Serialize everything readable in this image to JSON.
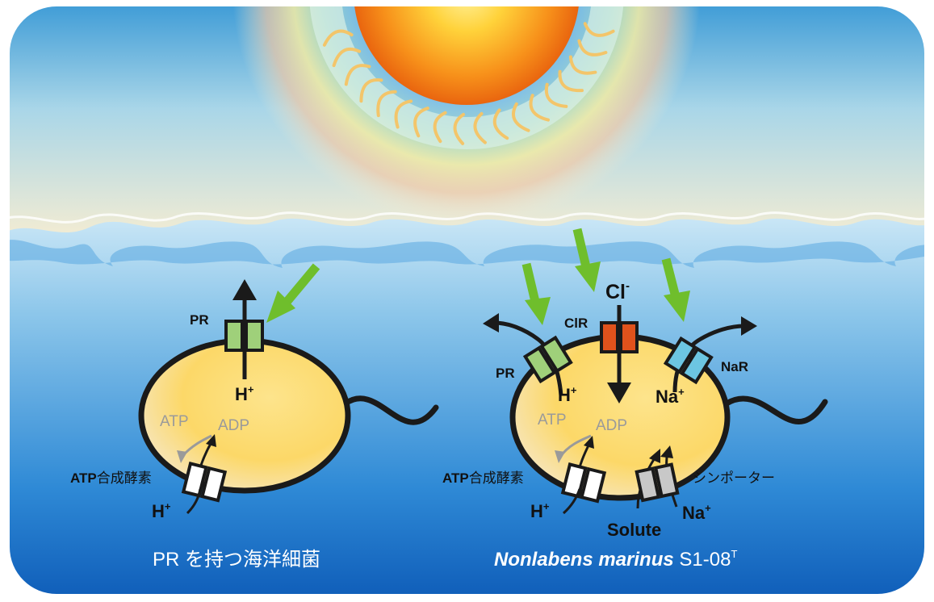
{
  "left_cell": {
    "channel": "PR",
    "ion": "H",
    "ion_charge": "+",
    "atp": "ATP",
    "adp": "ADP",
    "synthase_prefix": "ATP",
    "synthase_suffix": "合成酵素",
    "synthase_ion": "H",
    "synthase_ion_charge": "+",
    "caption": "PR を持つ海洋細菌"
  },
  "right_cell": {
    "pr_label": "PR",
    "clr_label": "ClR",
    "nar_label": "NaR",
    "cl_ion": "Cl",
    "cl_charge": "-",
    "h_ion": "H",
    "h_charge": "+",
    "na_ion": "Na",
    "na_charge": "+",
    "atp": "ATP",
    "adp": "ADP",
    "synthase_prefix": "ATP",
    "synthase_suffix": "合成酵素",
    "symporter": "シンポーター",
    "synthase_ion": "H",
    "synthase_ion_charge": "+",
    "symporter_ion": "Na",
    "symporter_ion_charge": "+",
    "solute": "Solute",
    "caption_species": "Nonlabens marinus",
    "caption_strain": "S1-08",
    "caption_sup": "T"
  },
  "colors": {
    "arrow_green": "#6fbe2c",
    "pr_green": "#9fd07a",
    "clr_orange": "#e0521c",
    "nar_blue": "#6cc6e2",
    "cell_yellow": "#fcd96a",
    "water_deep": "#1a73c9",
    "sky_blue": "#3f9bd7",
    "sun_orange": "#f07a12"
  }
}
